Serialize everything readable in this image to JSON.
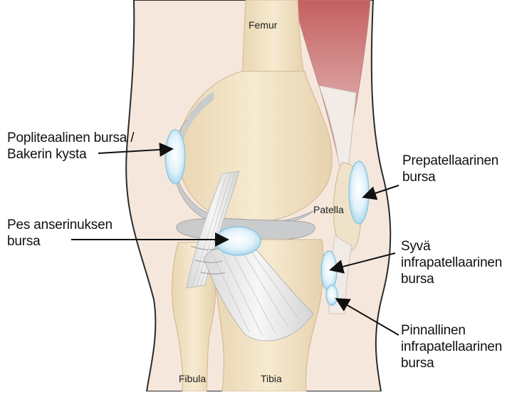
{
  "diagram": {
    "structures": {
      "femur": "Femur",
      "patella": "Patella",
      "fibula": "Fibula",
      "tibia": "Tibia"
    },
    "callouts": {
      "popliteal": [
        "Popliteaalinen bursa /",
        "Bakerin kysta"
      ],
      "pes_anserinus": [
        "Pes anserinuksen",
        "bursa"
      ],
      "prepatellar": [
        "Prepatellaarinen",
        "bursa"
      ],
      "deep_infrapatellar": [
        "Syvä",
        "infrapatellaarinen",
        "bursa"
      ],
      "superficial_infrapatellar": [
        "Pinnallinen",
        "infrapatellaarinen",
        "bursa"
      ]
    },
    "colors": {
      "skin": "#f6e7dc",
      "skin_outline": "#2b2b2b",
      "bone": "#f2e3c6",
      "cartilage": "#c9cbcc",
      "bursa": "#bfe3f2",
      "bursa_edge": "#86c3e0",
      "tendon": "#e9e9e9",
      "muscle": "#c96f6f"
    }
  }
}
